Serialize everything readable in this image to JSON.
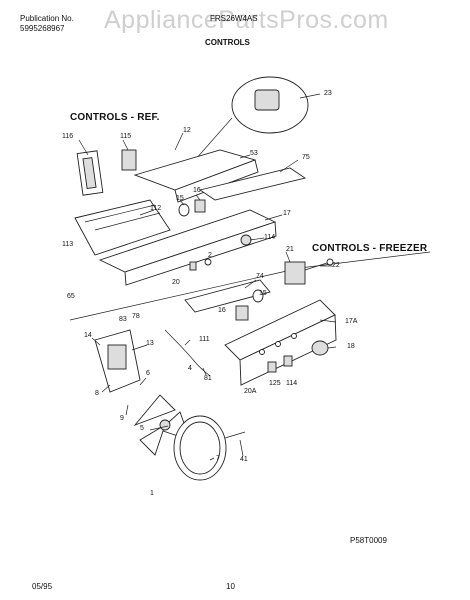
{
  "header": {
    "publication_label": "Publication No.",
    "publication_number": "5995268967",
    "model_number": "FRS26W4AS",
    "page_title": "CONTROLS",
    "watermark": "AppliancePartsPros.com"
  },
  "sections": {
    "ref": "CONTROLS - REF.",
    "freezer": "CONTROLS - FREEZER"
  },
  "part_labels": [
    "116",
    "115",
    "12",
    "23",
    "53",
    "75",
    "16",
    "15",
    "112",
    "17",
    "113",
    "114",
    "2",
    "20",
    "22",
    "21",
    "74",
    "15",
    "65",
    "16",
    "83",
    "78",
    "14",
    "13",
    "111",
    "17A",
    "18",
    "4",
    "81",
    "8",
    "6",
    "125",
    "20A",
    "114",
    "9",
    "5",
    "7",
    "41",
    "1"
  ],
  "footer": {
    "diagram_code": "P58T0009",
    "date": "05/95",
    "page_number": "10"
  }
}
